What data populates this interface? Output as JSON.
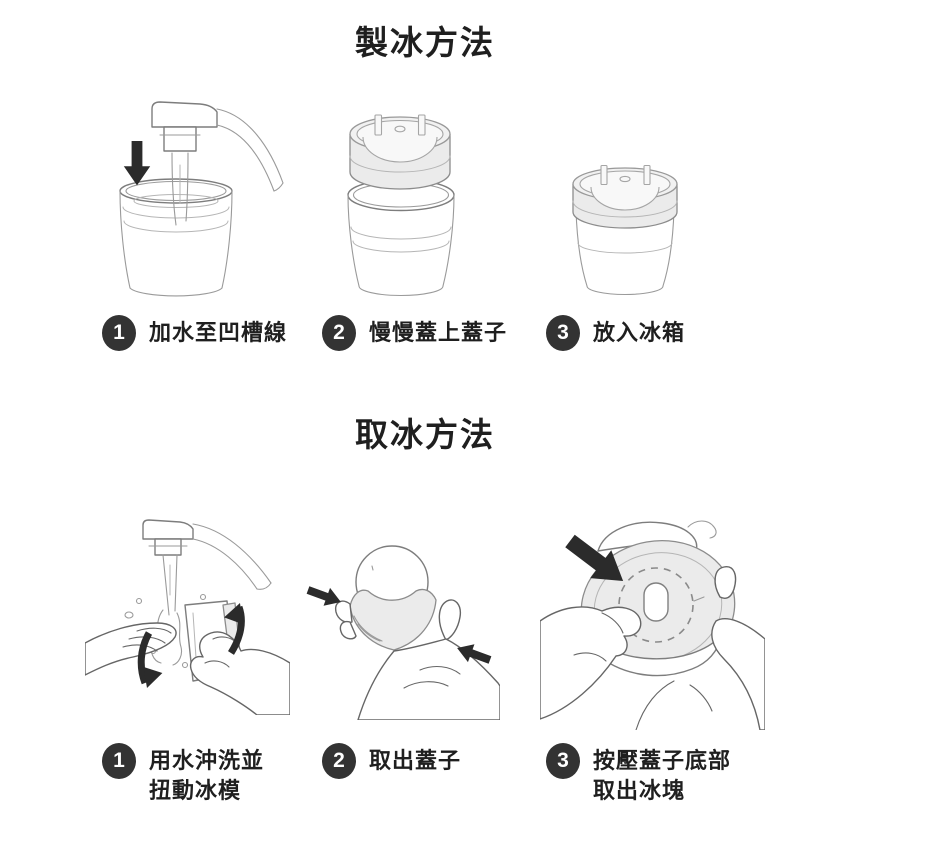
{
  "colors": {
    "badge_bg": "#333333",
    "number_color": "#ffffff",
    "text_color": "#1f1f1f",
    "line_color": "#7d7d7d",
    "hand_line_color": "#666666",
    "lid_fill": "#ebebeb",
    "arrow_color": "#2b2b2b",
    "background": "#ffffff"
  },
  "sections": [
    {
      "title": "製冰方法",
      "steps": [
        {
          "number": "1",
          "line1": "加水至凹槽線"
        },
        {
          "number": "2",
          "line1": "慢慢蓋上蓋子"
        },
        {
          "number": "3",
          "line1": "放入冰箱"
        }
      ],
      "illustrations": [
        {
          "name": "faucet-filling-cup"
        },
        {
          "name": "lid-above-cup"
        },
        {
          "name": "assembled-ice-mold"
        }
      ]
    },
    {
      "title": "取冰方法",
      "steps": [
        {
          "number": "1",
          "line1": "用水沖洗並",
          "line2": "扭動冰模"
        },
        {
          "number": "2",
          "line1": "取出蓋子"
        },
        {
          "number": "3",
          "line1": "按壓蓋子底部",
          "line2": "取出冰塊"
        }
      ],
      "illustrations": [
        {
          "name": "rinse-and-twist-mold"
        },
        {
          "name": "remove-lid-with-ice-ball"
        },
        {
          "name": "press-lid-bottom"
        }
      ]
    }
  ]
}
